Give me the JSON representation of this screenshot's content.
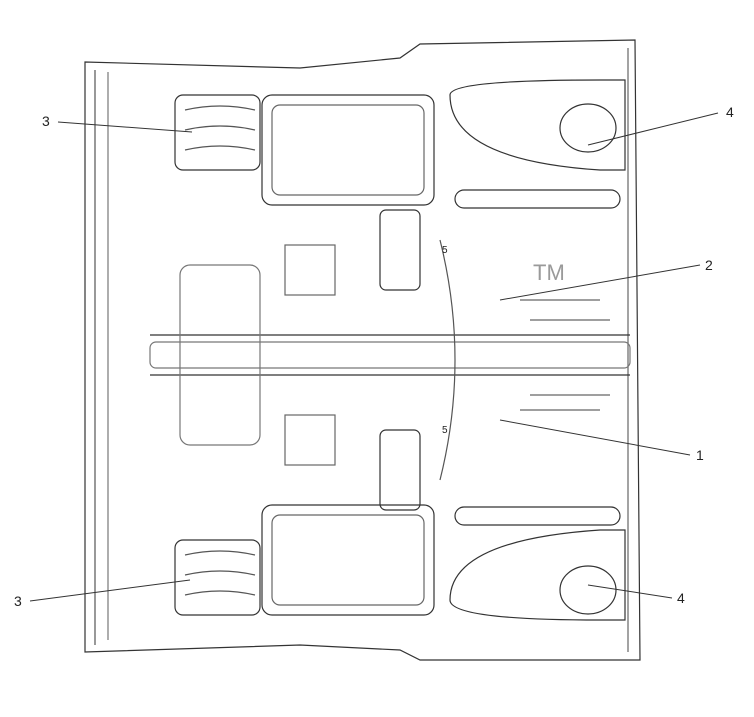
{
  "diagram": {
    "callouts": {
      "c1": "1",
      "c2": "2",
      "c3_top": "3",
      "c3_bottom": "3",
      "c4_top": "4",
      "c4_bottom": "4",
      "c5_top": "5",
      "c5_bottom": "5"
    },
    "watermark": "TM",
    "colors": {
      "line": "#333333",
      "light": "#888888",
      "background": "#ffffff"
    }
  }
}
